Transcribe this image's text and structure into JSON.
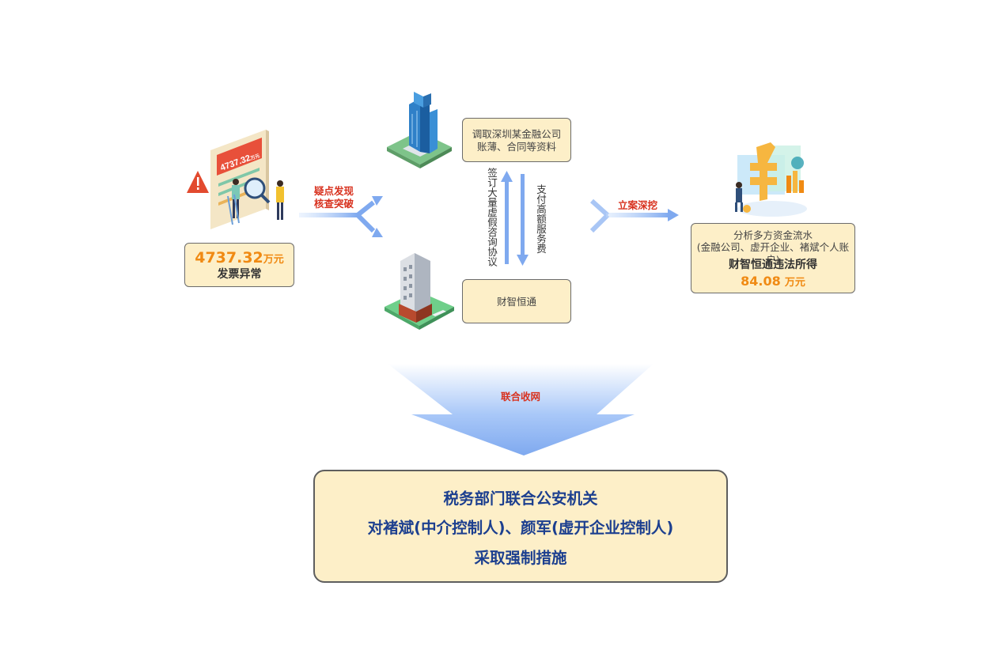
{
  "invoice": {
    "amount": "4737.32",
    "unit": "万元",
    "label": "发票异常",
    "sign_text": "4737.32",
    "sign_unit": "万元"
  },
  "arrow_left_label": {
    "line1": "疑点发现",
    "line2": "核查突破"
  },
  "finance_company": {
    "line1": "调取深圳某金融公司",
    "line2": "账薄、合同等资料"
  },
  "vertical_labels": {
    "sign": "签订大量虚假咨询协议",
    "pay": "支付高额服务费"
  },
  "caizhi": {
    "label": "财智恒通"
  },
  "arrow_right_label": "立案深挖",
  "analysis": {
    "line1": "分析多方资金流水",
    "line2": "(金融公司、虚开企业、褚斌个人账户)",
    "line3": "财智恒通违法所得",
    "amount": "84.08",
    "unit": "万元"
  },
  "funnel_label": "联合收网",
  "final": {
    "line1": "税务部门联合公安机关",
    "line2": "对褚斌(中介控制人)、颜军(虚开企业控制人)",
    "line3": "采取强制措施"
  },
  "colors": {
    "accent_orange": "#f08a13",
    "red": "#d8321f",
    "box_fill": "#fdefc8",
    "navy": "#1c3f8f",
    "arrow_blue": "#8fb6f4"
  }
}
